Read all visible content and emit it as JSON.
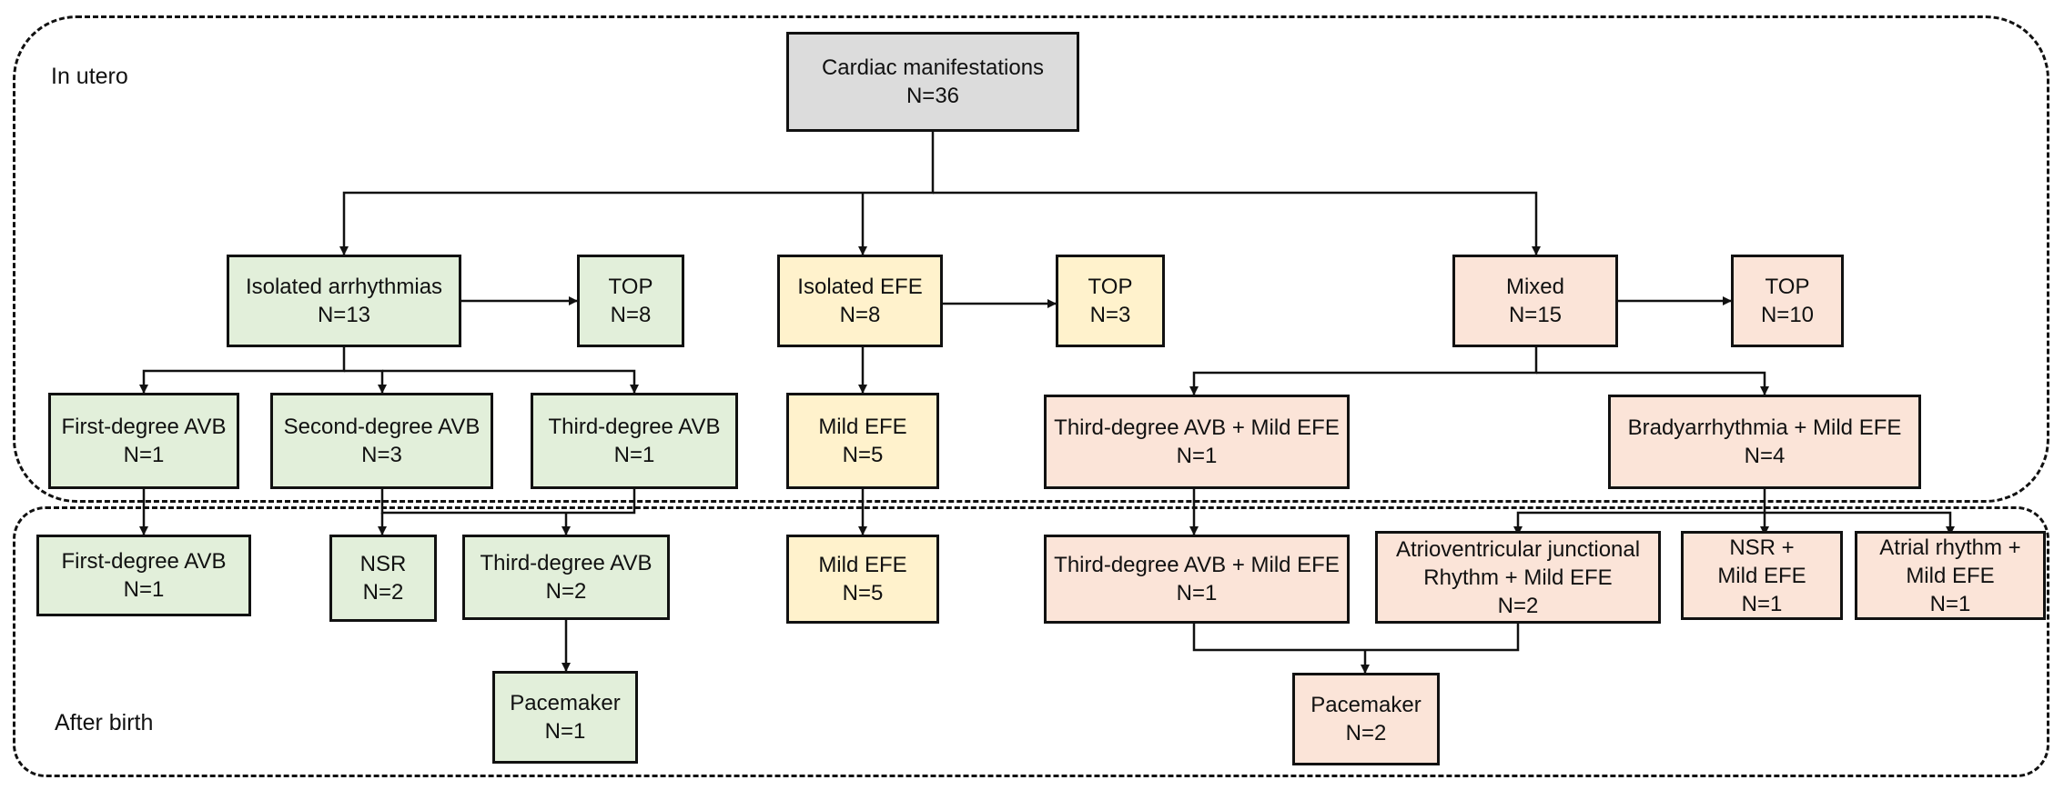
{
  "regions": {
    "in_utero": "In utero",
    "after_birth": "After birth"
  },
  "colors": {
    "root": "#dcdcdc",
    "arrhythmia": "#e2efda",
    "efe": "#fff2cc",
    "mixed": "#fbe4d8"
  },
  "nodes": {
    "root": {
      "label": "Cardiac manifestations",
      "n": "N=36"
    },
    "isolated_arrhythmias": {
      "label": "Isolated arrhythmias",
      "n": "N=13"
    },
    "top_arrhythmias": {
      "label": "TOP",
      "n": "N=8"
    },
    "isolated_efe": {
      "label": "Isolated EFE",
      "n": "N=8"
    },
    "top_efe": {
      "label": "TOP",
      "n": "N=3"
    },
    "mixed": {
      "label": "Mixed",
      "n": "N=15"
    },
    "top_mixed": {
      "label": "TOP",
      "n": "N=10"
    },
    "first_avb_utero": {
      "label": "First-degree AVB",
      "n": "N=1"
    },
    "second_avb_utero": {
      "label": "Second-degree AVB",
      "n": "N=3"
    },
    "third_avb_utero": {
      "label": "Third-degree AVB",
      "n": "N=1"
    },
    "mild_efe_utero": {
      "label": "Mild EFE",
      "n": "N=5"
    },
    "third_avb_efe_utero": {
      "label": "Third-degree AVB + Mild EFE",
      "n": "N=1"
    },
    "brady_efe_utero": {
      "label": "Bradyarrhythmia + Mild EFE",
      "n": "N=4"
    },
    "first_avb_birth": {
      "label": "First-degree AVB",
      "n": "N=1"
    },
    "nsr_birth": {
      "label": "NSR",
      "n": "N=2"
    },
    "third_avb_birth": {
      "label": "Third-degree AVB",
      "n": "N=2"
    },
    "mild_efe_birth": {
      "label": "Mild EFE",
      "n": "N=5"
    },
    "third_avb_efe_birth": {
      "label": "Third-degree AVB + Mild EFE",
      "n": "N=1"
    },
    "av_junctional_birth": {
      "label1": "Atrioventricular junctional",
      "label2": "Rhythm + Mild EFE",
      "n": "N=2"
    },
    "nsr_efe_birth": {
      "label1": "NSR +",
      "label2": "Mild EFE",
      "n": "N=1"
    },
    "atrial_efe_birth": {
      "label1": "Atrial rhythm +",
      "label2": "Mild EFE",
      "n": "N=1"
    },
    "pacemaker_arrhythmia": {
      "label": "Pacemaker",
      "n": "N=1"
    },
    "pacemaker_mixed": {
      "label": "Pacemaker",
      "n": "N=2"
    }
  }
}
